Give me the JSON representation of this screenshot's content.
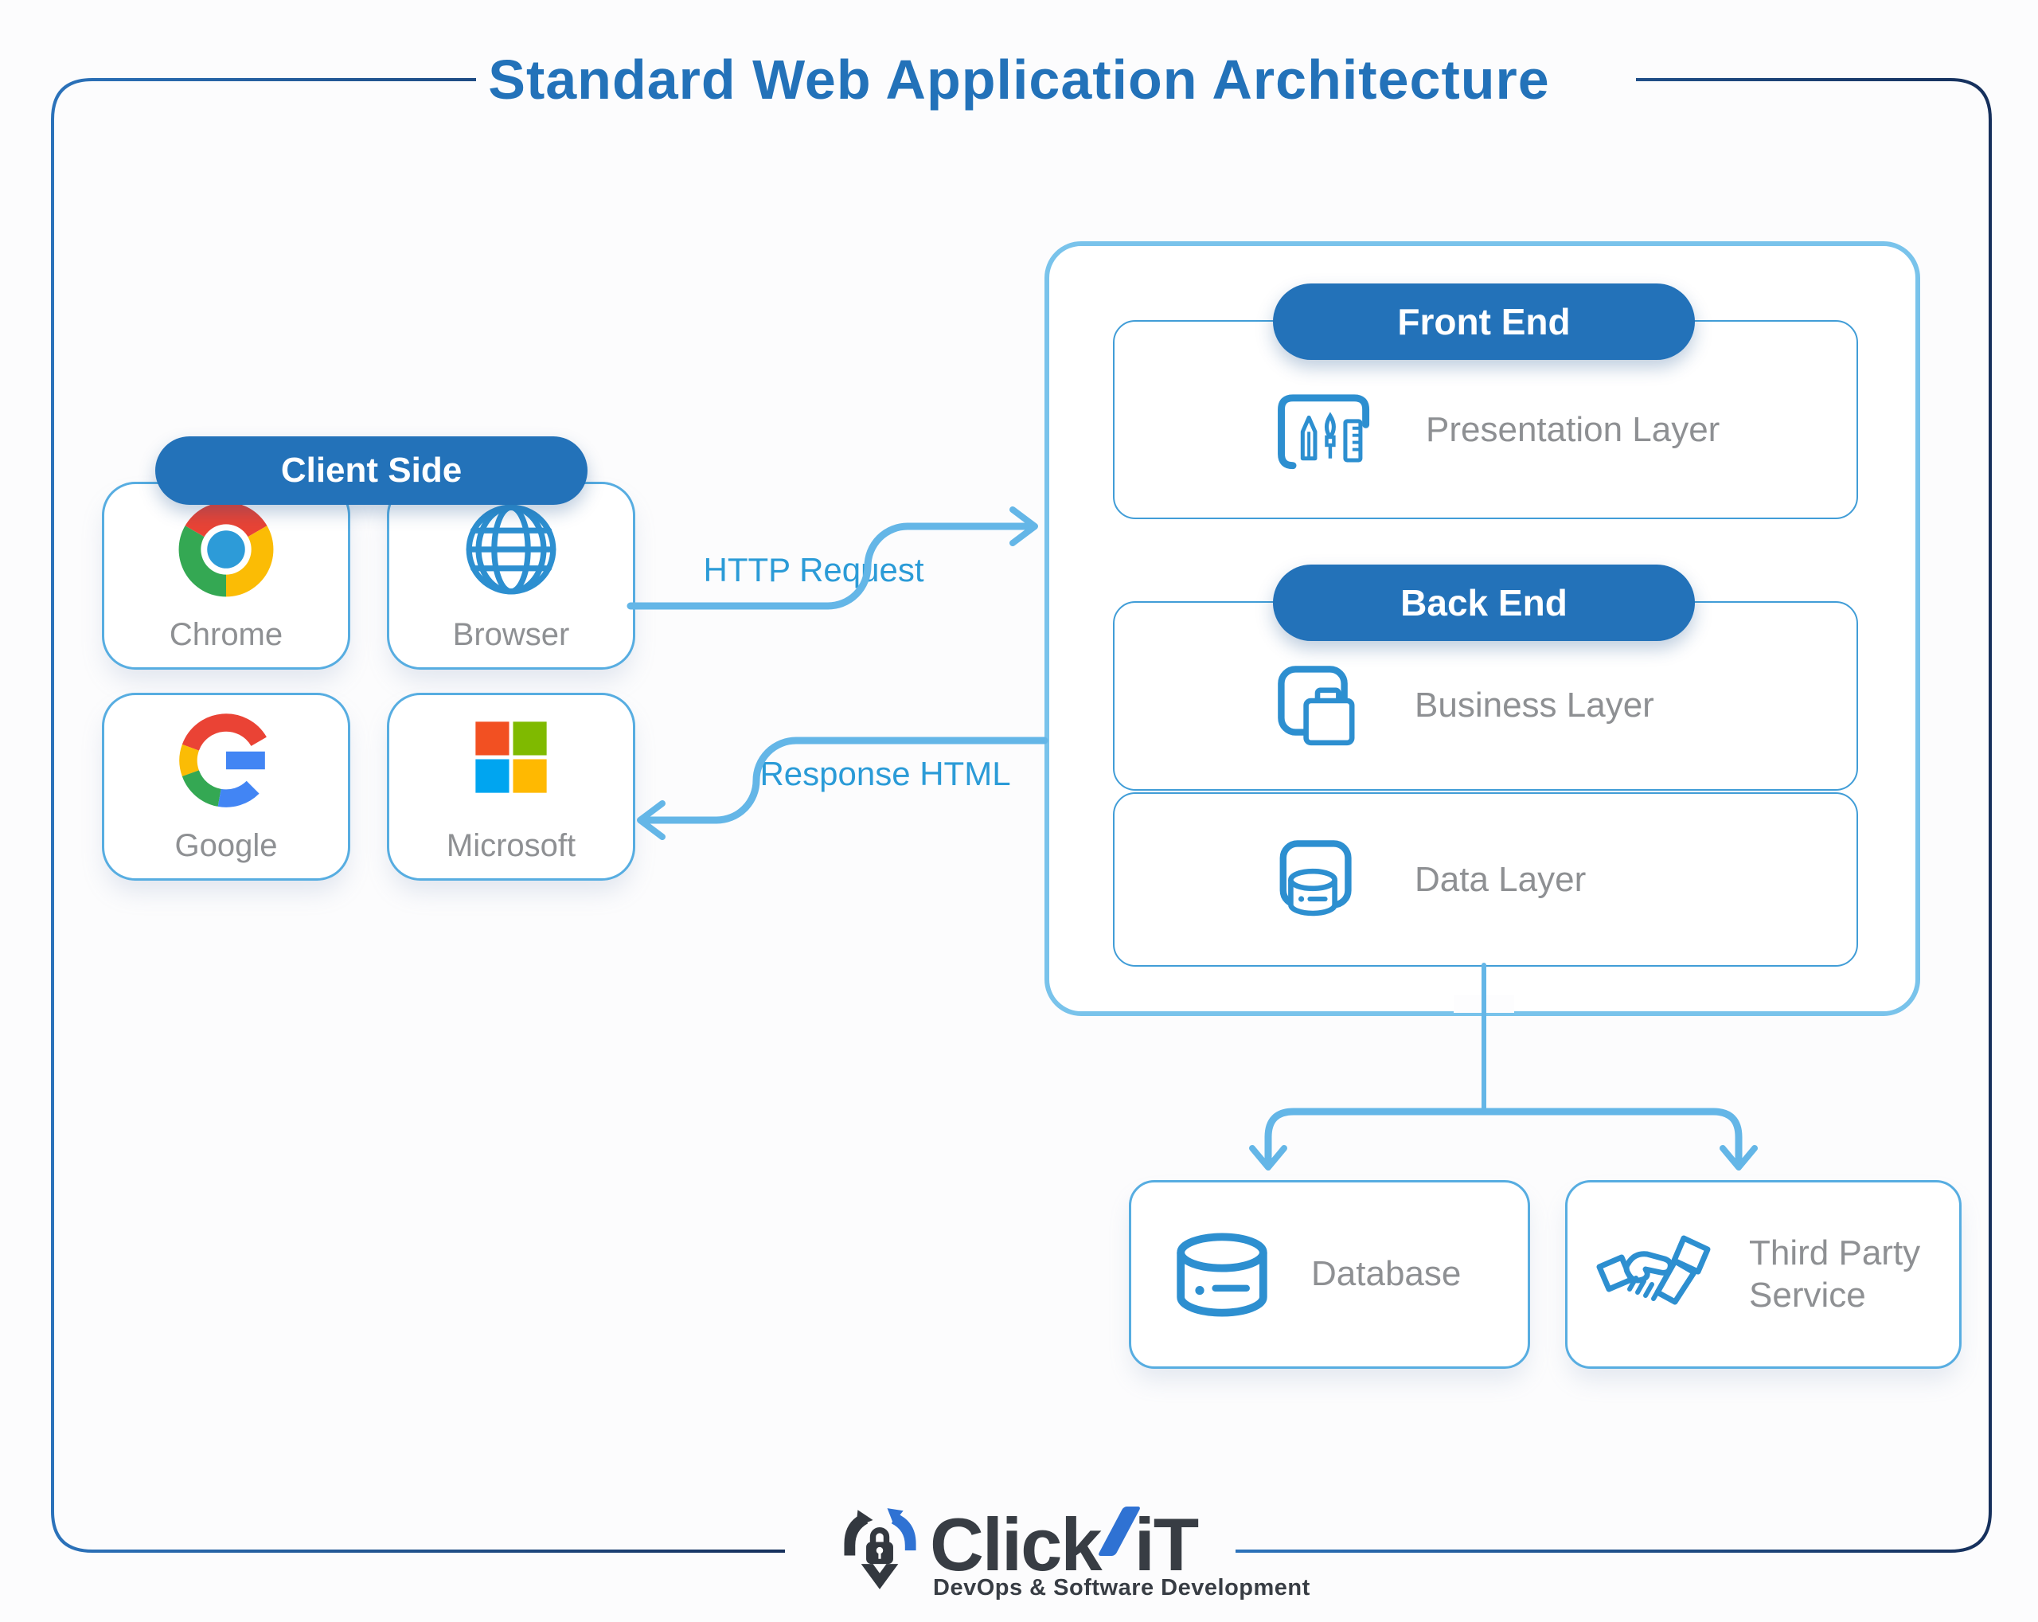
{
  "title": "Standard Web Application Architecture",
  "client_side": {
    "label": "Client Side",
    "items": [
      {
        "name": "Chrome",
        "icon": "chrome-logo"
      },
      {
        "name": "Browser",
        "icon": "globe"
      },
      {
        "name": "Google",
        "icon": "google-logo"
      },
      {
        "name": "Microsoft",
        "icon": "microsoft-logo"
      }
    ]
  },
  "flows": {
    "request_label": "HTTP Request",
    "response_label": "Response HTML"
  },
  "server_side": {
    "front_end": {
      "label": "Front End",
      "layers": [
        {
          "name": "Presentation Layer",
          "icon": "design-tools"
        }
      ]
    },
    "back_end": {
      "label": "Back End",
      "layers": [
        {
          "name": "Business Layer",
          "icon": "briefcase-frame"
        },
        {
          "name": "Data Layer",
          "icon": "database-frame"
        }
      ]
    }
  },
  "external_services": [
    {
      "name": "Database",
      "icon": "database-cylinder"
    },
    {
      "name": "Third Party Service",
      "icon": "handshake"
    }
  ],
  "logo": {
    "brand_part1": "Click",
    "brand_part2": "iT",
    "tagline": "DevOps & Software Development"
  },
  "colors": {
    "primary_blue": "#2372b9",
    "accent_blue": "#2b9bd7",
    "arrow_blue": "#64b6e7",
    "container_blue": "#79c3eb",
    "navy": "#16305c",
    "gray_text": "#8e9093"
  }
}
